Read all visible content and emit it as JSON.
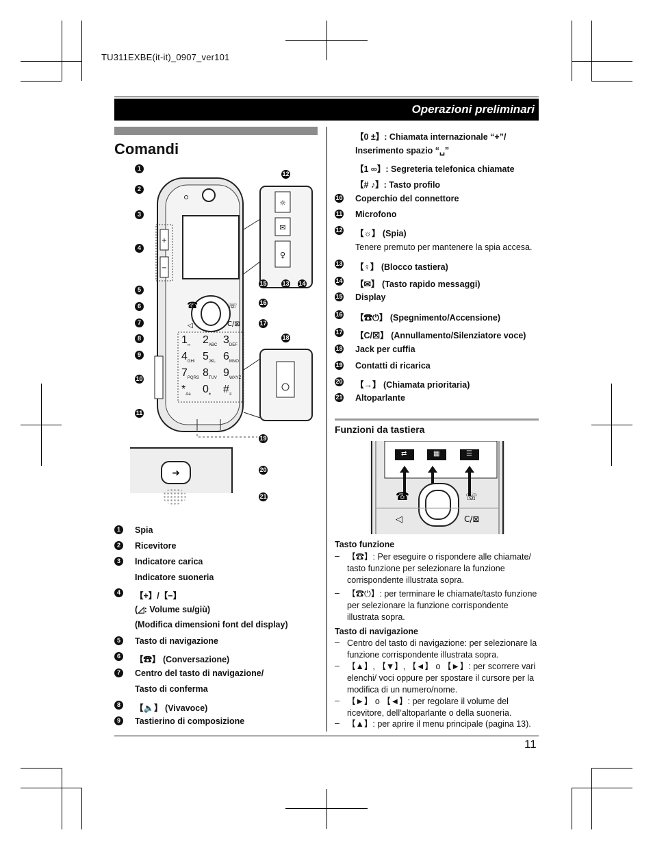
{
  "header": {
    "code": "TU311EXBE(it-it)_0907_ver101",
    "section": "Operazioni preliminari",
    "page_number": "11"
  },
  "title": "Comandi",
  "figure_numbers": [
    "1",
    "2",
    "3",
    "4",
    "5",
    "6",
    "7",
    "8",
    "9",
    "10",
    "11",
    "12",
    "13",
    "14",
    "15",
    "16",
    "17",
    "18",
    "19",
    "20",
    "21"
  ],
  "phone_keys": [
    "1",
    "2",
    "3",
    "4",
    "5",
    "6",
    "7",
    "8",
    "9",
    "*",
    "0",
    "#"
  ],
  "phone_key_subs": [
    "∞",
    "ABC",
    "DEF",
    "GHI",
    "JKL",
    "MNO",
    "PQRS",
    "TUV",
    "WXYZ",
    "Aa",
    "±",
    "≡"
  ],
  "left_list": [
    {
      "n": "1",
      "text": "Spia"
    },
    {
      "n": "2",
      "text": "Ricevitore"
    },
    {
      "n": "3",
      "text": "Indicatore carica"
    },
    {
      "n": "",
      "text": "Indicatore suoneria"
    },
    {
      "n": "4",
      "text": "【+】/【−】"
    },
    {
      "n": "",
      "text": "(◿: Volume su/giù)"
    },
    {
      "n": "",
      "text": "(Modifica dimensioni font del display)"
    },
    {
      "n": "5",
      "text": "Tasto di navigazione"
    },
    {
      "n": "6",
      "text": "【☎】 (Conversazione)"
    },
    {
      "n": "7",
      "text": "Centro del tasto di navigazione/"
    },
    {
      "n": "",
      "text": "Tasto di conferma"
    },
    {
      "n": "8",
      "text": "【🔈】 (Vivavoce)"
    },
    {
      "n": "9",
      "text": "Tastierino di composizione"
    }
  ],
  "right_list": [
    {
      "n": "",
      "text": "【0 ±】: Chiamata internazionale “+”/"
    },
    {
      "n": "",
      "text": "Inserimento spazio “␣”"
    },
    {
      "n": "",
      "text": "【1 ∞】: Segreteria telefonica chiamate"
    },
    {
      "n": "",
      "text": "【# ♪】: Tasto profilo"
    },
    {
      "n": "10",
      "text": "Coperchio del connettore"
    },
    {
      "n": "11",
      "text": "Microfono"
    },
    {
      "n": "12",
      "text": "【☼】 (Spia)"
    },
    {
      "n": "",
      "text": "Tenere premuto per mantenere la spia accesa.",
      "plain": true
    },
    {
      "n": "13",
      "text": "【♀】 (Blocco tastiera)"
    },
    {
      "n": "14",
      "text": "【✉】 (Tasto rapido messaggi)"
    },
    {
      "n": "15",
      "text": "Display"
    },
    {
      "n": "16",
      "text": "【☎⏻】 (Spegnimento/Accensione)"
    },
    {
      "n": "17",
      "text": "【C/☒】 (Annullamento/Silenziatore voce)"
    },
    {
      "n": "18",
      "text": "Jack per cuffia"
    },
    {
      "n": "19",
      "text": "Contatti di ricarica"
    },
    {
      "n": "20",
      "text": "【→】 (Chiamata prioritaria)"
    },
    {
      "n": "21",
      "text": "Altoparlante"
    }
  ],
  "funzioni": {
    "heading": "Funzioni da tastiera",
    "soft_keys": [
      "⇄",
      "▦",
      "☰"
    ],
    "tasto_funzione_title": "Tasto funzione",
    "tasto_funzione_items": [
      "【☎】: Per eseguire o rispondere alle chiamate/ tasto funzione per selezionare la funzione corrispondente illustrata sopra.",
      "【☎⏻】: per terminare le chiamate/tasto funzione per selezionare la funzione corrispondente illustrata sopra."
    ],
    "tasto_nav_title": "Tasto di navigazione",
    "tasto_nav_items": [
      "Centro del tasto di navigazione: per selezionare la funzione corrispondente illustrata sopra.",
      "【▲】, 【▼】, 【◄】 o 【►】: per scorrere vari elenchi/ voci oppure per spostare il cursore per la modifica di un numero/nome.",
      "【►】 o 【◄】: per regolare il volume del ricevitore, dell’altoparlante o della suoneria.",
      "【▲】: per aprire il menu principale (pagina 13)."
    ]
  }
}
